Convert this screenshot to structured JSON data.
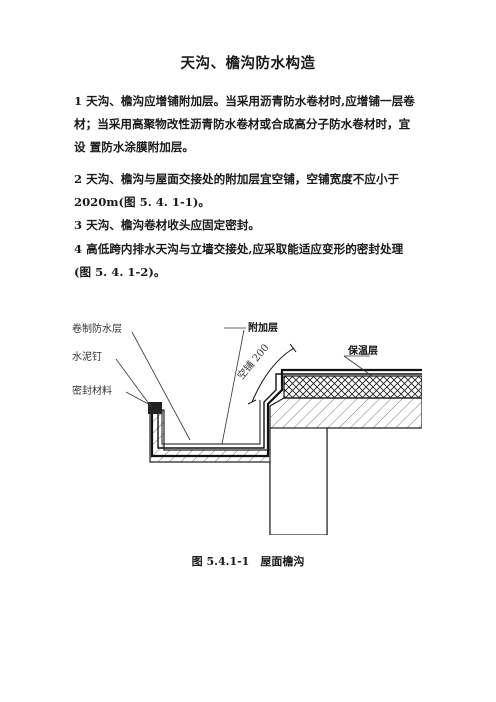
{
  "title": "天沟、檐沟防水构造",
  "paragraphs": {
    "p1_line1": "1 天沟、檐沟应增铺附加层。当采用沥青防水卷材时,应增铺一层卷",
    "p1_line2": "材；当采用高聚物改性沥青防水卷材或合成高分子防水卷材时，宜",
    "p1_line3": "设 置防水涂膜附加层。",
    "p2_line1": "2 天沟、檐沟与屋面交接处的附加层宜空铺，空铺宽度不应小于",
    "p2_line2": "2020m(图 5. 4. 1-1)。",
    "p3_line1": "3 天沟、檐沟卷材收头应固定密封。",
    "p4_line1": "4 高低跨内排水天沟与立墙交接处,应采取能适应变形的密封处理",
    "p4_line2": "(图 5. 4. 1-2)。"
  },
  "figure": {
    "label_membrane": "卷制防水层",
    "label_mortar": "水泥钉",
    "label_sealant": "密封材料",
    "label_additional": "附加层",
    "label_empty_span": "空铺 200",
    "label_insulation": "保温层",
    "caption": "图 5.4.1-1　屋面檐沟"
  }
}
